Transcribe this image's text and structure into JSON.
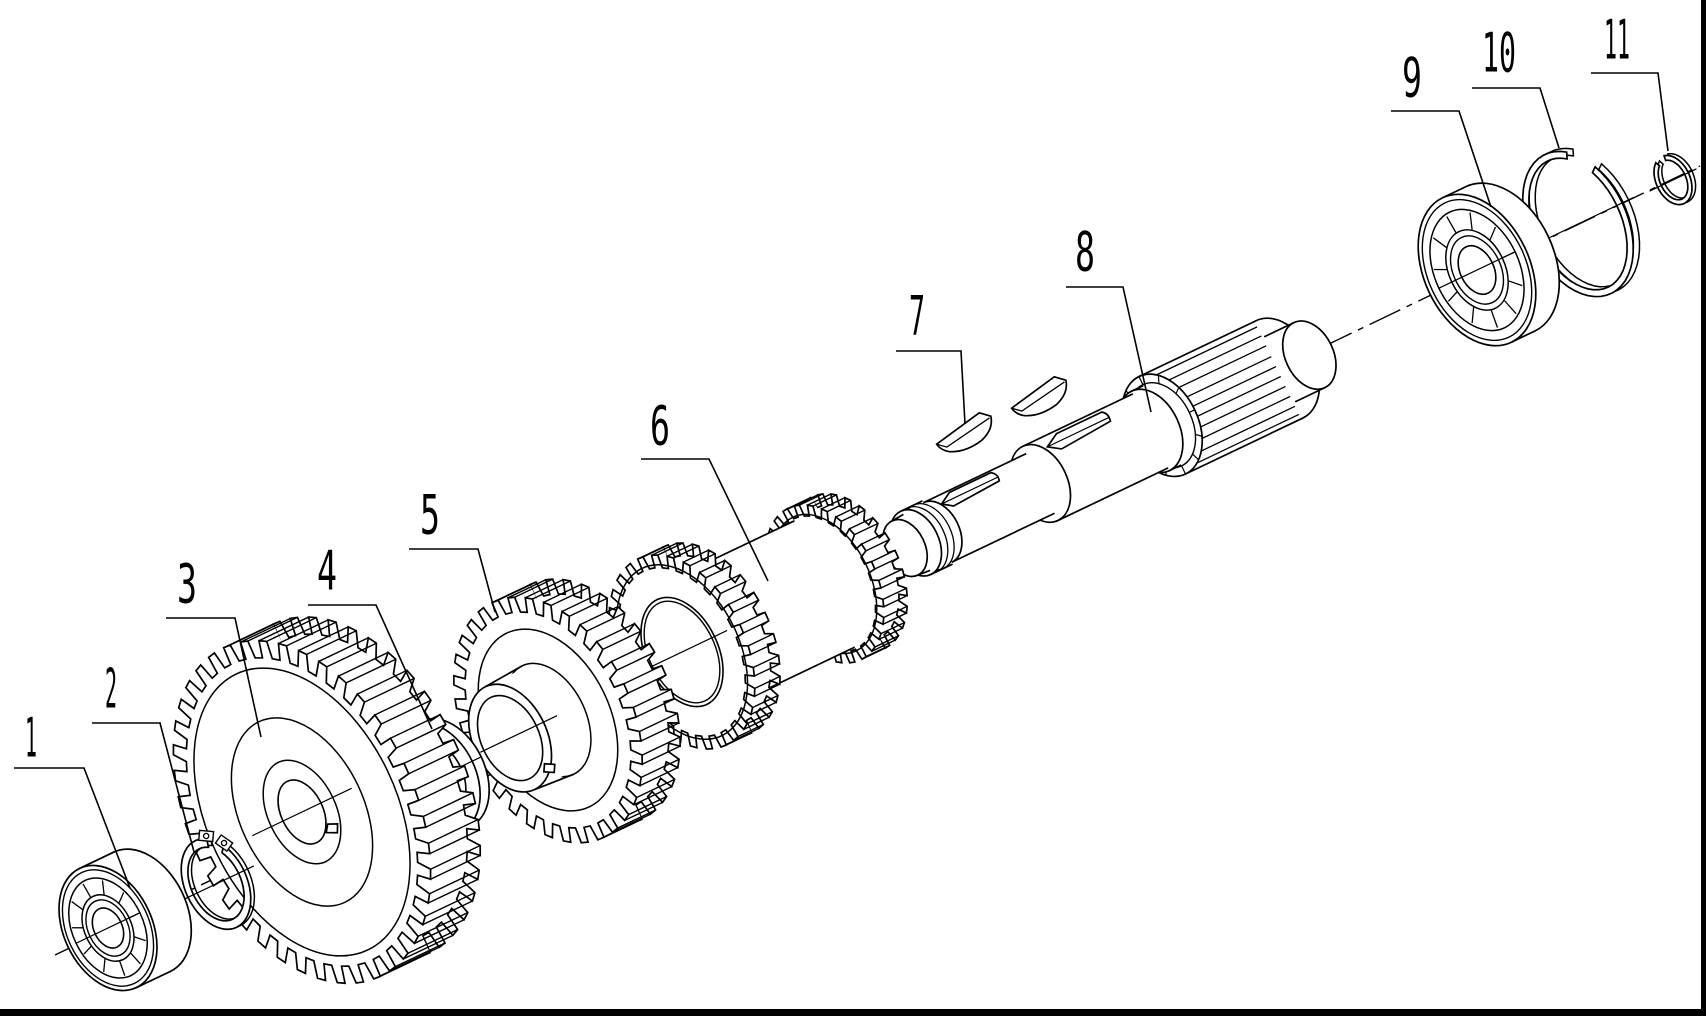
{
  "figure": {
    "title": "exploded-view-gear-shaft-assembly",
    "background_color": "#ffffff",
    "line_color": "#000000",
    "callouts": [
      {
        "number": "1"
      },
      {
        "number": "2"
      },
      {
        "number": "3"
      },
      {
        "number": "4"
      },
      {
        "number": "5"
      },
      {
        "number": "6"
      },
      {
        "number": "7"
      },
      {
        "number": "8"
      },
      {
        "number": "9"
      },
      {
        "number": "10"
      },
      {
        "number": "11"
      }
    ],
    "parts": {
      "1": "ball-bearing-left",
      "2": "snap-ring-with-lugs",
      "3": "large-gear",
      "4": "spacer-washer",
      "5": "gear-with-hub",
      "6": "double-gear-cluster",
      "7": "woodruff-keys",
      "8": "splined-shaft",
      "9": "ball-bearing-right",
      "10": "large-retaining-ring",
      "11": "small-retaining-ring"
    }
  }
}
